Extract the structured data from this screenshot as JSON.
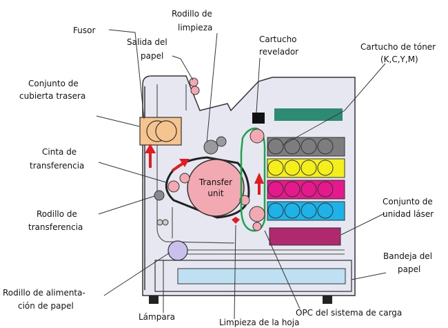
{
  "labels": {
    "fusor": "Fusor",
    "rodillo_limpieza_1": "Rodillo de",
    "rodillo_limpieza_2": "limpieza",
    "salida_papel_1": "Salida del",
    "salida_papel_2": "papel",
    "cartucho_revelador_1": "Cartucho",
    "cartucho_revelador_2": "revelador",
    "cartucho_toner_1": "Cartucho de tóner",
    "cartucho_toner_2": "(K,C,Y,M)",
    "cubierta_trasera_1": "Conjunto de",
    "cubierta_trasera_2": "cubierta trasera",
    "cinta_transferencia_1": "Cinta de",
    "cinta_transferencia_2": "transferencia",
    "rodillo_transferencia_1": "Rodillo de",
    "rodillo_transferencia_2": "transferencia",
    "unidad_laser_1": "Conjunto de",
    "unidad_laser_2": "unidad láser",
    "bandeja_papel_1": "Bandeja del",
    "bandeja_papel_2": "papel",
    "rodillo_alimentacion_1": "Rodillo de alimenta-",
    "rodillo_alimentacion_2": "ción de papel",
    "lampara": "Lámpara",
    "limpieza_hoja": "Limpieza de la hoja",
    "opc_sistema_carga": "OPC del sistema de carga",
    "transfer_unit_1": "Transfer",
    "transfer_unit_2": "unit"
  },
  "colors": {
    "body": "#e6e7f0",
    "fuser": "#f6c48e",
    "pink": "#f2a9b1",
    "toner_black": "#7d7d80",
    "toner_yellow": "#f4ef1b",
    "toner_magenta": "#e6198c",
    "toner_cyan": "#1db3e8",
    "laser_unit": "#b0286d",
    "green_bar": "#2d8a73",
    "tray": "#bfe0f2",
    "arrow": "#e01b22",
    "belt_green": "#1aa54a"
  }
}
